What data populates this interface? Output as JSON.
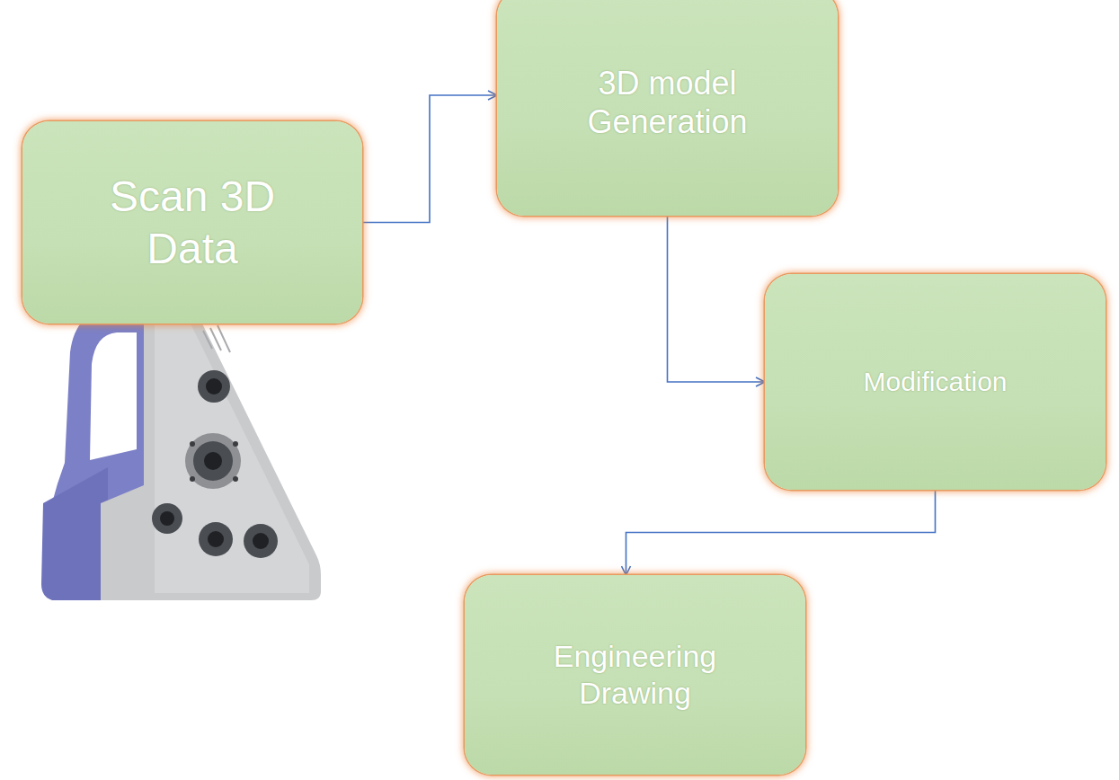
{
  "diagram": {
    "nodes": [
      {
        "text": [
          "Scan 3D Data"
        ]
      },
      {
        "text": [
          "3D model Generation"
        ]
      },
      {
        "text": [
          "Modification"
        ]
      },
      {
        "text": [
          "Engineering Drawing"
        ]
      }
    ],
    "edges": [
      {
        "from": 0,
        "to": 1,
        "arrow": "to"
      },
      {
        "from": 1,
        "to": 2,
        "arrow": "to"
      },
      {
        "from": 2,
        "to": 3,
        "arrow": "to"
      }
    ]
  }
}
